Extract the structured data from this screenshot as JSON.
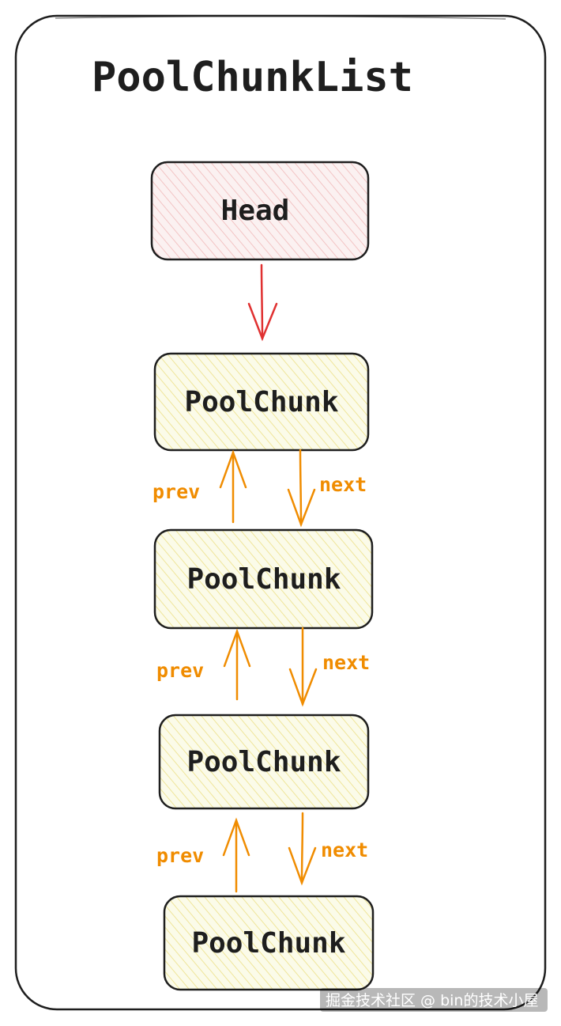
{
  "title": "PoolChunkList",
  "head_label": "Head",
  "chunks": [
    {
      "label": "PoolChunk"
    },
    {
      "label": "PoolChunk"
    },
    {
      "label": "PoolChunk"
    },
    {
      "label": "PoolChunk"
    }
  ],
  "links": [
    {
      "prev_label": "prev",
      "next_label": "next"
    },
    {
      "prev_label": "prev",
      "next_label": "next"
    },
    {
      "prev_label": "prev",
      "next_label": "next"
    }
  ],
  "watermark": "掘金技术社区 @ bin的技术小屋",
  "colors": {
    "head_arrow": "#e03131",
    "link_arrow": "#f08c00",
    "head_fill_hatch": "#f4c7c7",
    "chunk_fill_hatch": "#f2ea9a",
    "stroke": "#1e1e1e"
  }
}
